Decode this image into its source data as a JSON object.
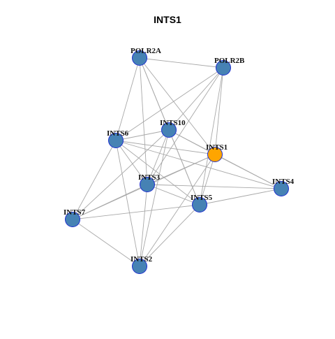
{
  "title": "INTS1",
  "colors": {
    "node_fill": "#4682B4",
    "node_stroke": "#1f2fd0",
    "focus_fill": "#FFA500",
    "focus_stroke": "#1f2fd0",
    "edge": "#a8a8a8",
    "background": "#ffffff"
  },
  "nodes": [
    {
      "id": "POLR2A",
      "label": "POLR2A",
      "focus": false
    },
    {
      "id": "POLR2B",
      "label": "POLR2B",
      "focus": false
    },
    {
      "id": "INTS10",
      "label": "INTS10",
      "focus": false
    },
    {
      "id": "INTS6",
      "label": "INTS6",
      "focus": false
    },
    {
      "id": "INTS1",
      "label": "INTS1",
      "focus": true
    },
    {
      "id": "INTS3",
      "label": "INTS3",
      "focus": false
    },
    {
      "id": "INTS4",
      "label": "INTS4",
      "focus": false
    },
    {
      "id": "INTS5",
      "label": "INTS5",
      "focus": false
    },
    {
      "id": "INTS7",
      "label": "INTS7",
      "focus": false
    },
    {
      "id": "INTS2",
      "label": "INTS2",
      "focus": false
    }
  ],
  "edges": [
    [
      "POLR2A",
      "POLR2B"
    ],
    [
      "POLR2A",
      "INTS10"
    ],
    [
      "POLR2A",
      "INTS6"
    ],
    [
      "POLR2A",
      "INTS1"
    ],
    [
      "POLR2A",
      "INTS3"
    ],
    [
      "POLR2A",
      "INTS5"
    ],
    [
      "POLR2B",
      "INTS10"
    ],
    [
      "POLR2B",
      "INTS6"
    ],
    [
      "POLR2B",
      "INTS1"
    ],
    [
      "POLR2B",
      "INTS3"
    ],
    [
      "POLR2B",
      "INTS5"
    ],
    [
      "INTS10",
      "INTS6"
    ],
    [
      "INTS10",
      "INTS1"
    ],
    [
      "INTS10",
      "INTS3"
    ],
    [
      "INTS10",
      "INTS5"
    ],
    [
      "INTS10",
      "INTS7"
    ],
    [
      "INTS10",
      "INTS2"
    ],
    [
      "INTS10",
      "INTS4"
    ],
    [
      "INTS6",
      "INTS1"
    ],
    [
      "INTS6",
      "INTS3"
    ],
    [
      "INTS6",
      "INTS4"
    ],
    [
      "INTS6",
      "INTS5"
    ],
    [
      "INTS6",
      "INTS7"
    ],
    [
      "INTS6",
      "INTS2"
    ],
    [
      "INTS1",
      "INTS3"
    ],
    [
      "INTS1",
      "INTS4"
    ],
    [
      "INTS1",
      "INTS5"
    ],
    [
      "INTS1",
      "INTS7"
    ],
    [
      "INTS1",
      "INTS2"
    ],
    [
      "INTS3",
      "INTS4"
    ],
    [
      "INTS3",
      "INTS5"
    ],
    [
      "INTS3",
      "INTS7"
    ],
    [
      "INTS3",
      "INTS2"
    ],
    [
      "INTS5",
      "INTS4"
    ],
    [
      "INTS5",
      "INTS7"
    ],
    [
      "INTS5",
      "INTS2"
    ],
    [
      "INTS7",
      "INTS2"
    ]
  ]
}
